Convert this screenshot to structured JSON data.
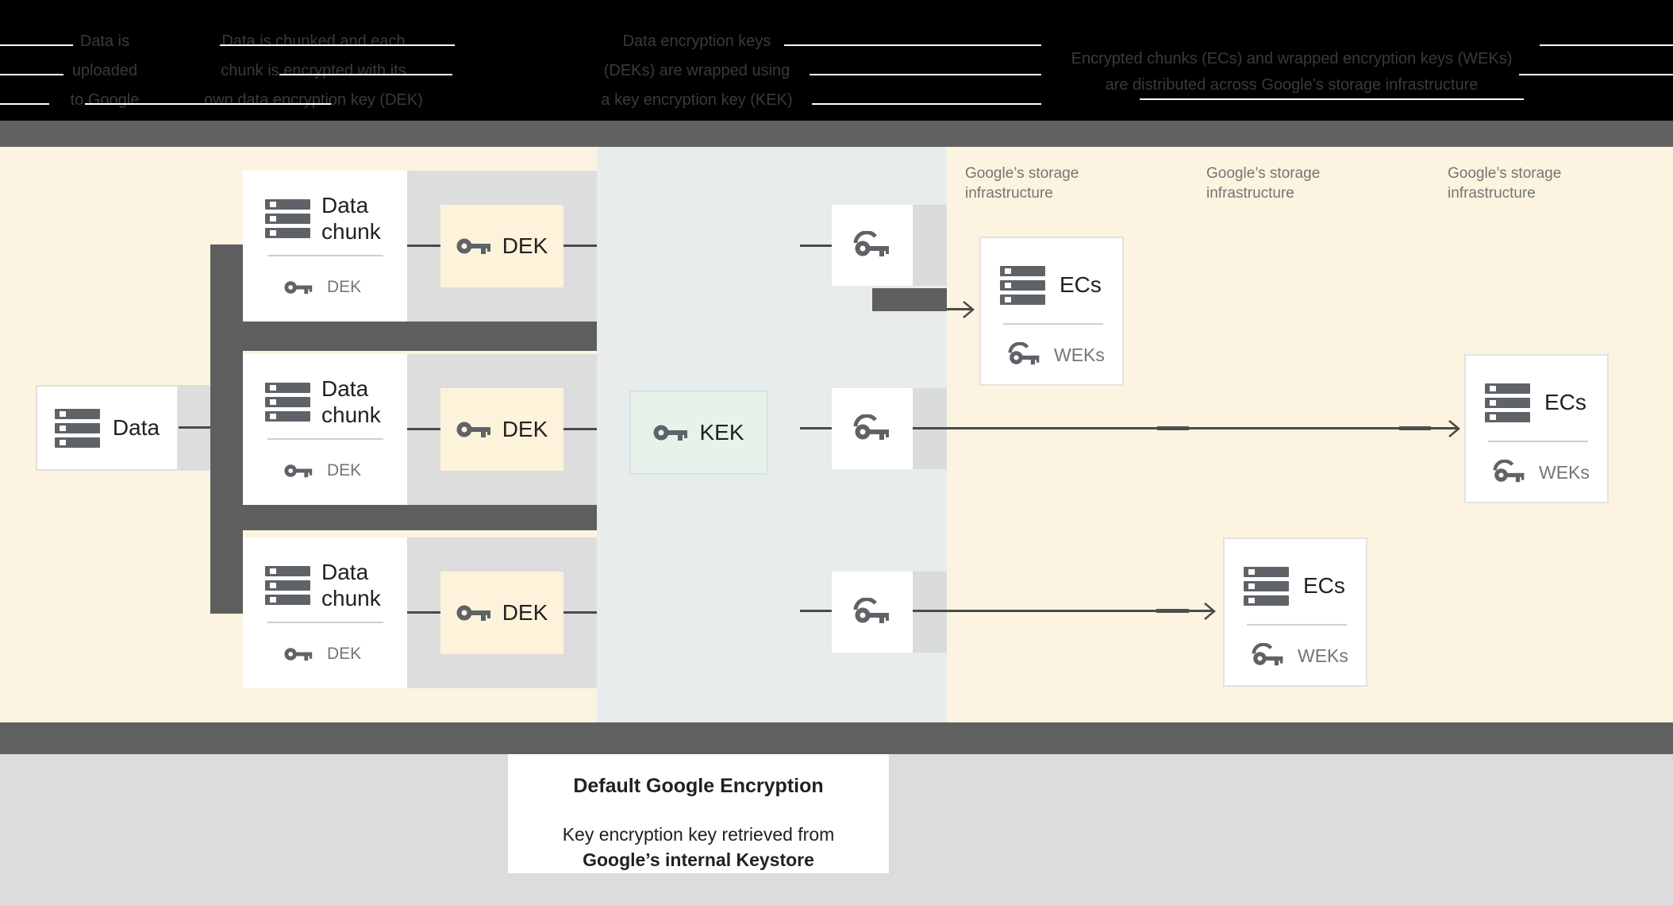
{
  "header": {
    "columns": [
      {
        "lines": [
          "Data is",
          "uploaded",
          "to Google"
        ]
      },
      {
        "lines": [
          "Data is chunked and each",
          "chunk is encrypted with its",
          "own data encryption key (DEK)"
        ]
      },
      {
        "lines": [
          "Data encryption keys",
          "(DEKs) are wrapped using",
          "a key encryption key (KEK)"
        ]
      },
      {
        "lines": [
          "Encrypted chunks (ECs) and wrapped encryption keys (WEKs)",
          "are distributed across Google’s storage infrastructure"
        ]
      }
    ]
  },
  "diagram": {
    "data_box_label": "Data",
    "chunk_rows": [
      {
        "title": "Data chunk",
        "key_label": "DEK",
        "dek_label": "DEK"
      },
      {
        "title": "Data chunk",
        "key_label": "DEK",
        "dek_label": "DEK"
      },
      {
        "title": "Data chunk",
        "key_label": "DEK",
        "dek_label": "DEK"
      }
    ],
    "kek_label": "KEK",
    "storage_labels": [
      "Google’s storage infrastructure",
      "Google’s storage infrastructure",
      "Google’s storage infrastructure"
    ],
    "ecs_boxes": [
      {
        "title": "ECs",
        "key_label": "WEKs"
      },
      {
        "title": "ECs",
        "key_label": "WEKs"
      },
      {
        "title": "ECs",
        "key_label": "WEKs"
      }
    ],
    "icon_names": {
      "stack": "data-stack-icon",
      "key": "key-icon",
      "wkey": "wrapped-key-icon",
      "chevron": "arrowhead-icon"
    }
  },
  "caption": {
    "title": "Default Google Encryption",
    "line1": "Key encryption key retrieved from",
    "line2": "Google’s internal Keystore"
  },
  "colors": {
    "header_bg": "#000000",
    "header_text": "#3a3a3a",
    "bar_gray": "#616161",
    "section_yellow": "#FCF4E0",
    "section_bluegray": "#E8ECED",
    "panel_gray": "#DDDDDD",
    "dark_gray": "#5E5E5E",
    "dek_box_yellow": "#FCF3DA",
    "kek_box_green": "#E7F2EB",
    "icon_gray": "#5F6368",
    "text_dark": "#202124",
    "text_gray": "#757575",
    "bottom_gray": "#DCDCDC"
  }
}
